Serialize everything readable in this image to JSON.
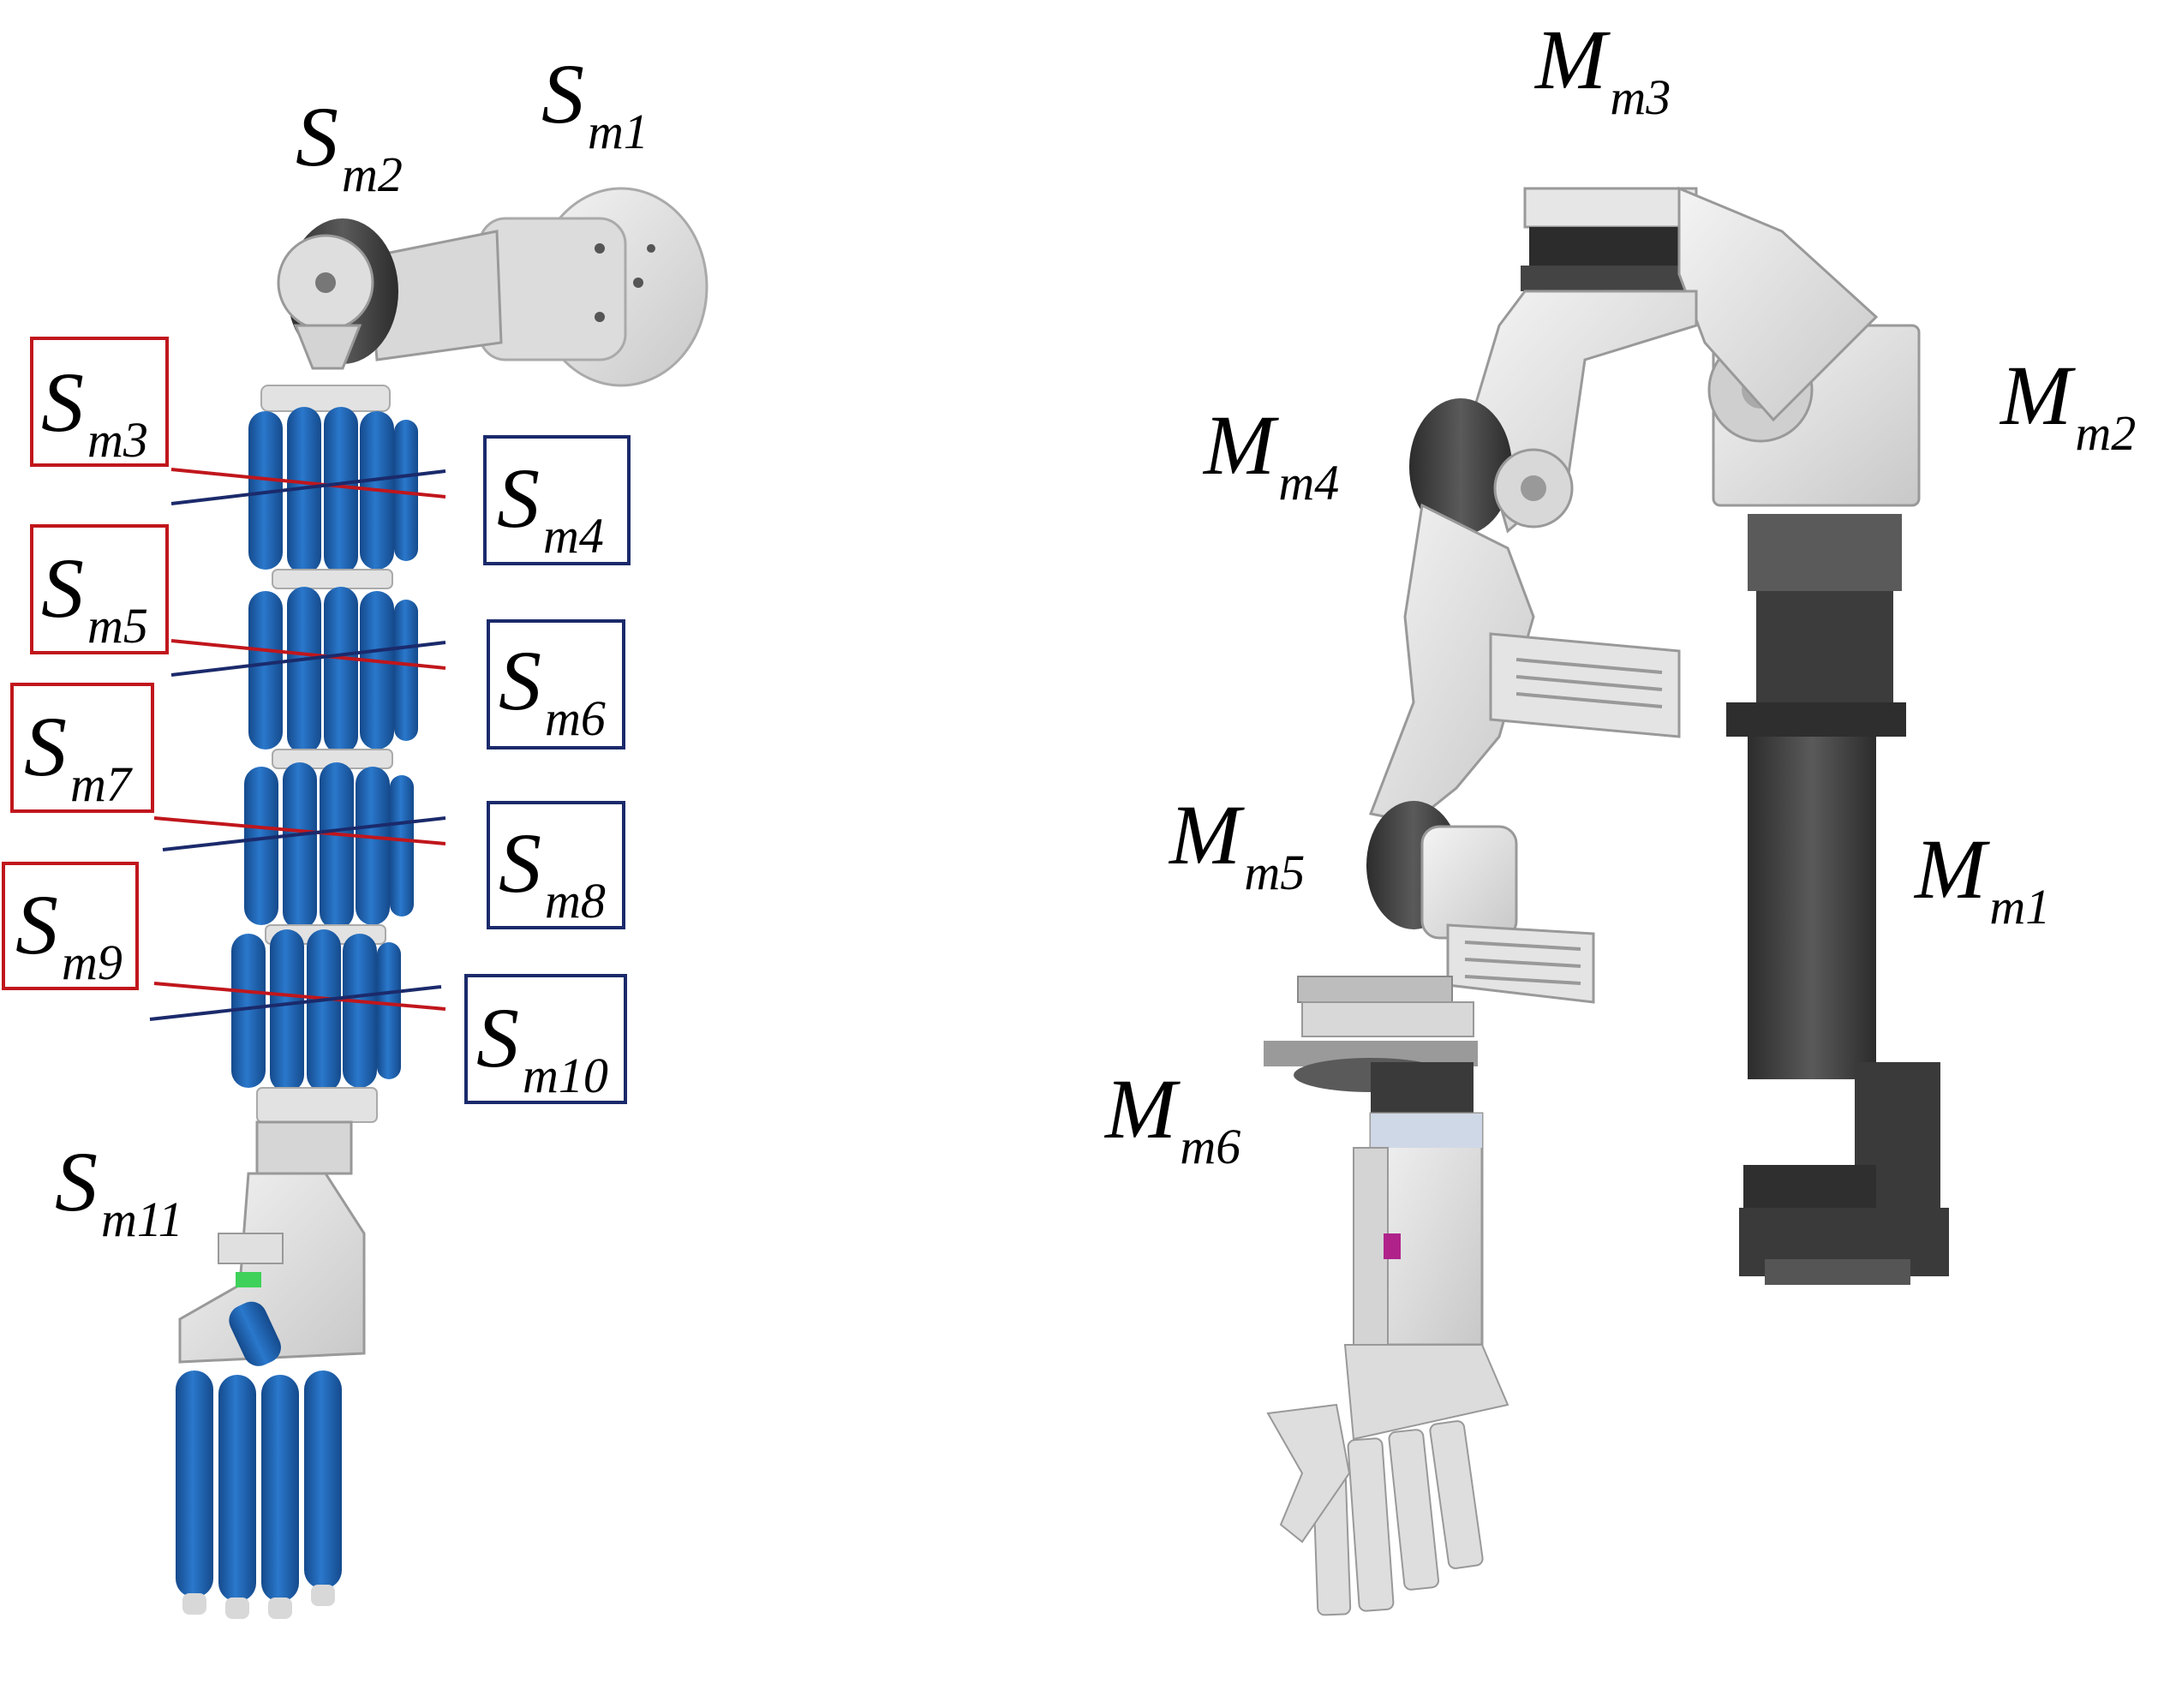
{
  "soft_arm_labels": {
    "sm1": {
      "base": "S",
      "sub": "m1"
    },
    "sm2": {
      "base": "S",
      "sub": "m2"
    },
    "sm3": {
      "base": "S",
      "sub": "m3"
    },
    "sm4": {
      "base": "S",
      "sub": "m4"
    },
    "sm5": {
      "base": "S",
      "sub": "m5"
    },
    "sm6": {
      "base": "S",
      "sub": "m6"
    },
    "sm7": {
      "base": "S",
      "sub": "m7"
    },
    "sm8": {
      "base": "S",
      "sub": "m8"
    },
    "sm9": {
      "base": "S",
      "sub": "m9"
    },
    "sm10": {
      "base": "S",
      "sub": "m10"
    },
    "sm11": {
      "base": "S",
      "sub": "m11"
    }
  },
  "rigid_arm_labels": {
    "mm1": {
      "base": "M",
      "sub": "m1"
    },
    "mm2": {
      "base": "M",
      "sub": "m2"
    },
    "mm3": {
      "base": "M",
      "sub": "m3"
    },
    "mm4": {
      "base": "M",
      "sub": "m4"
    },
    "mm5": {
      "base": "M",
      "sub": "m5"
    },
    "mm6": {
      "base": "M",
      "sub": "m6"
    }
  },
  "colors": {
    "red_box": "#c0161c",
    "blue_box": "#1b2a6b",
    "actuator_blue": "#1f63b5",
    "actuator_shade": "#154a8c",
    "white_part": "#e8e8e8",
    "grey_part": "#c9c9c9",
    "dark_part": "#3a3a3a",
    "rail_dark": "#4a4a4a"
  }
}
